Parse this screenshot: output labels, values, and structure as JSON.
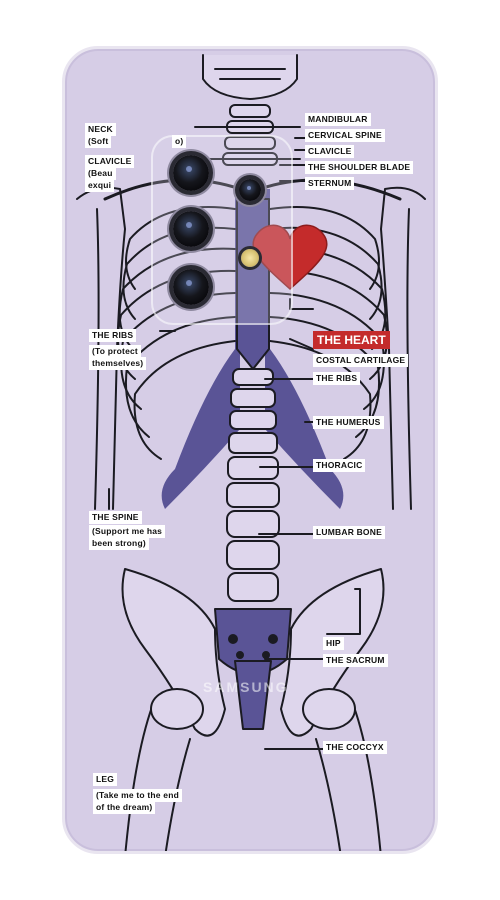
{
  "labels": {
    "neck": "NECK",
    "neck_sub": "(Soft",
    "neck_sub_end": "o)",
    "clavicle_left": "CLAVICLE",
    "clavicle_left_sub1": "(Beau",
    "clavicle_left_sub2": "exqui",
    "ribs_left": "THE RIBS",
    "ribs_left_sub1": "(To protect",
    "ribs_left_sub2": "themselves)",
    "spine": "THE SPINE",
    "spine_sub1": "(Support me has",
    "spine_sub2": "been strong)",
    "leg": "LEG",
    "leg_sub1": "(Take me to the end",
    "leg_sub2": "of the dream)",
    "mandibular": "MANDIBULAR",
    "cervical_spine": "CERVICAL SPINE",
    "clavicle": "CLAVICLE",
    "shoulder_blade": "THE SHOULDER BLADE",
    "sternum": "STERNUM",
    "heart": "THE HEART",
    "costal_cartilage": "COSTAL CARTILAGE",
    "ribs_right": "THE RIBS",
    "humerus": "THE HUMERUS",
    "thoracic": "THORACIC",
    "lumbar_bone": "LUMBAR BONE",
    "hip": "HIP",
    "sacrum": "THE SACRUM",
    "coccyx": "THE COCCYX"
  },
  "brand": "SAMSUNG",
  "colors": {
    "case": "#d6cde6",
    "bone_fill": "#5a5496",
    "outline": "#1b1b22",
    "heart": "#c42b2b",
    "heart_label_bg": "#c42b2b"
  }
}
